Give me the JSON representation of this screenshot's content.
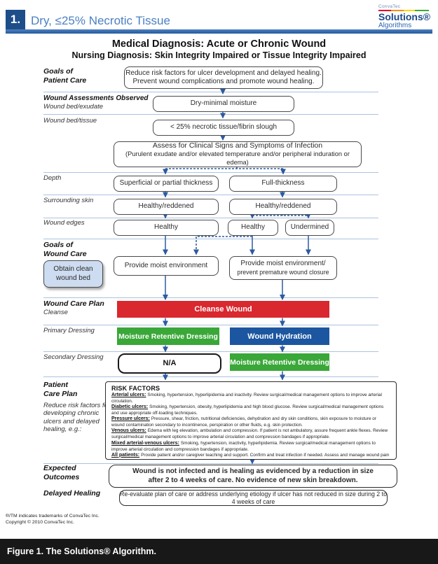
{
  "header": {
    "number": "1.",
    "title": "Dry, ≤25% Necrotic Tissue",
    "logo": {
      "brand": "ConvaTec",
      "product": "Solutions®",
      "sub": "Algorithms"
    }
  },
  "titles": {
    "medical": "Medical Diagnosis: Acute or Chronic Wound",
    "nursing": "Nursing Diagnosis: Skin Integrity Impaired or Tissue Integrity Impaired"
  },
  "labels": {
    "goals_patient_care": "Goals of\nPatient Care",
    "wound_assessments": "Wound Assessments Observed",
    "wound_bed_exudate": "Wound bed/exudate",
    "wound_bed_tissue": "Wound bed/tissue",
    "depth": "Depth",
    "surrounding_skin": "Surrounding skin",
    "wound_edges": "Wound edges",
    "goals_wound_care": "Goals of\nWound Care",
    "wound_care_plan": "Wound Care Plan",
    "cleanse": "Cleanse",
    "primary_dressing": "Primary Dressing",
    "secondary_dressing": "Secondary Dressing",
    "patient_care_plan": "Patient\nCare Plan",
    "reduce_risk": "Reduce risk factors for developing chronic ulcers and delayed healing, e.g.:",
    "expected_outcomes": "Expected\nOutcomes",
    "delayed_healing": "Delayed Healing"
  },
  "boxes": {
    "goals": "Reduce risk factors for ulcer development and delayed healing.\nPrevent wound complications and promote wound healing.",
    "dry": "Dry-minimal moisture",
    "necrotic": "< 25% necrotic tissue/fibrin slough",
    "assess_1": "Assess for Clinical Signs and Symptoms of Infection",
    "assess_2": "(Purulent exudate and/or elevated temperature and/or peripheral induration or edema)",
    "depth_left": "Superficial or partial thickness",
    "depth_right": "Full-thickness",
    "skin_left": "Healthy/reddened",
    "skin_right": "Healthy/reddened",
    "edges_left": "Healthy",
    "edges_mid": "Healthy",
    "edges_right": "Undermined",
    "obtain": "Obtain clean\nwound bed",
    "provide_left": "Provide moist environment",
    "provide_right_1": "Provide moist environment/",
    "provide_right_2": "prevent premature wound closure",
    "cleanse_wound": "Cleanse Wound",
    "primary_left": "Moisture Retentive Dressing",
    "primary_right": "Wound Hydration",
    "secondary_left": "N/A",
    "secondary_right": "Moisture Retentive Dressing",
    "expected": "Wound is not infected and is healing as evidenced by a reduction in size\nafter 2 to 4 weeks of care. No evidence of new skin breakdown.",
    "delayed": "Re-evaluate plan of care or address underlying etiology if ulcer has not reduced in size during 2 to 4 weeks of care"
  },
  "risk": {
    "heading": "RISK FACTORS",
    "items": [
      {
        "term": "Arterial ulcers:",
        "text": "Smoking, hypertension, hyperlipidemia and inactivity. Review surgical/medical management options to improve arterial circulation."
      },
      {
        "term": "Diabetic ulcers:",
        "text": "Smoking, hypertension, obesity, hyperlipidemia and high blood glucose. Review surgical/medical management options and use appropriate off-loading techniques."
      },
      {
        "term": "Pressure ulcers:",
        "text": "Pressure, shear, friction, nutritional deficiencies, dehydration and dry skin conditions, skin exposure to moisture or wound contamination secondary to incontinence, perspiration or other fluids, e.g. skin protection."
      },
      {
        "term": "Venous ulcers:",
        "text": "Edema with leg elevation, ambulation and compression. If patient is not ambulatory, assure frequent ankle flexes. Review surgical/medical management options to improve arterial circulation and compression bandages if appropriate."
      },
      {
        "term": "Mixed arterial-venous ulcers:",
        "text": "Smoking, hypertension, inactivity, hyperlipidemia. Review surgical/medical management options to improve arterial circulation and compression bandages if appropriate."
      },
      {
        "term": "All patients:",
        "text": "Provide patient and/or caregiver teaching and support. Confirm and treat infection if needed. Assess and manage wound pain and odor if present."
      }
    ]
  },
  "footer": {
    "line1": "®/TM indicates trademarks of ConvaTec Inc.",
    "line2": "Copyright © 2010 ConvaTec Inc.",
    "figure": "Figure 1. The Solutions® Algorithm."
  },
  "colors": {
    "accent_red": "#d9282e",
    "accent_green": "#3aa739",
    "accent_blue": "#1c56a0",
    "arrow_blue": "#2c5aa0",
    "header_blue": "#1d4e89"
  }
}
